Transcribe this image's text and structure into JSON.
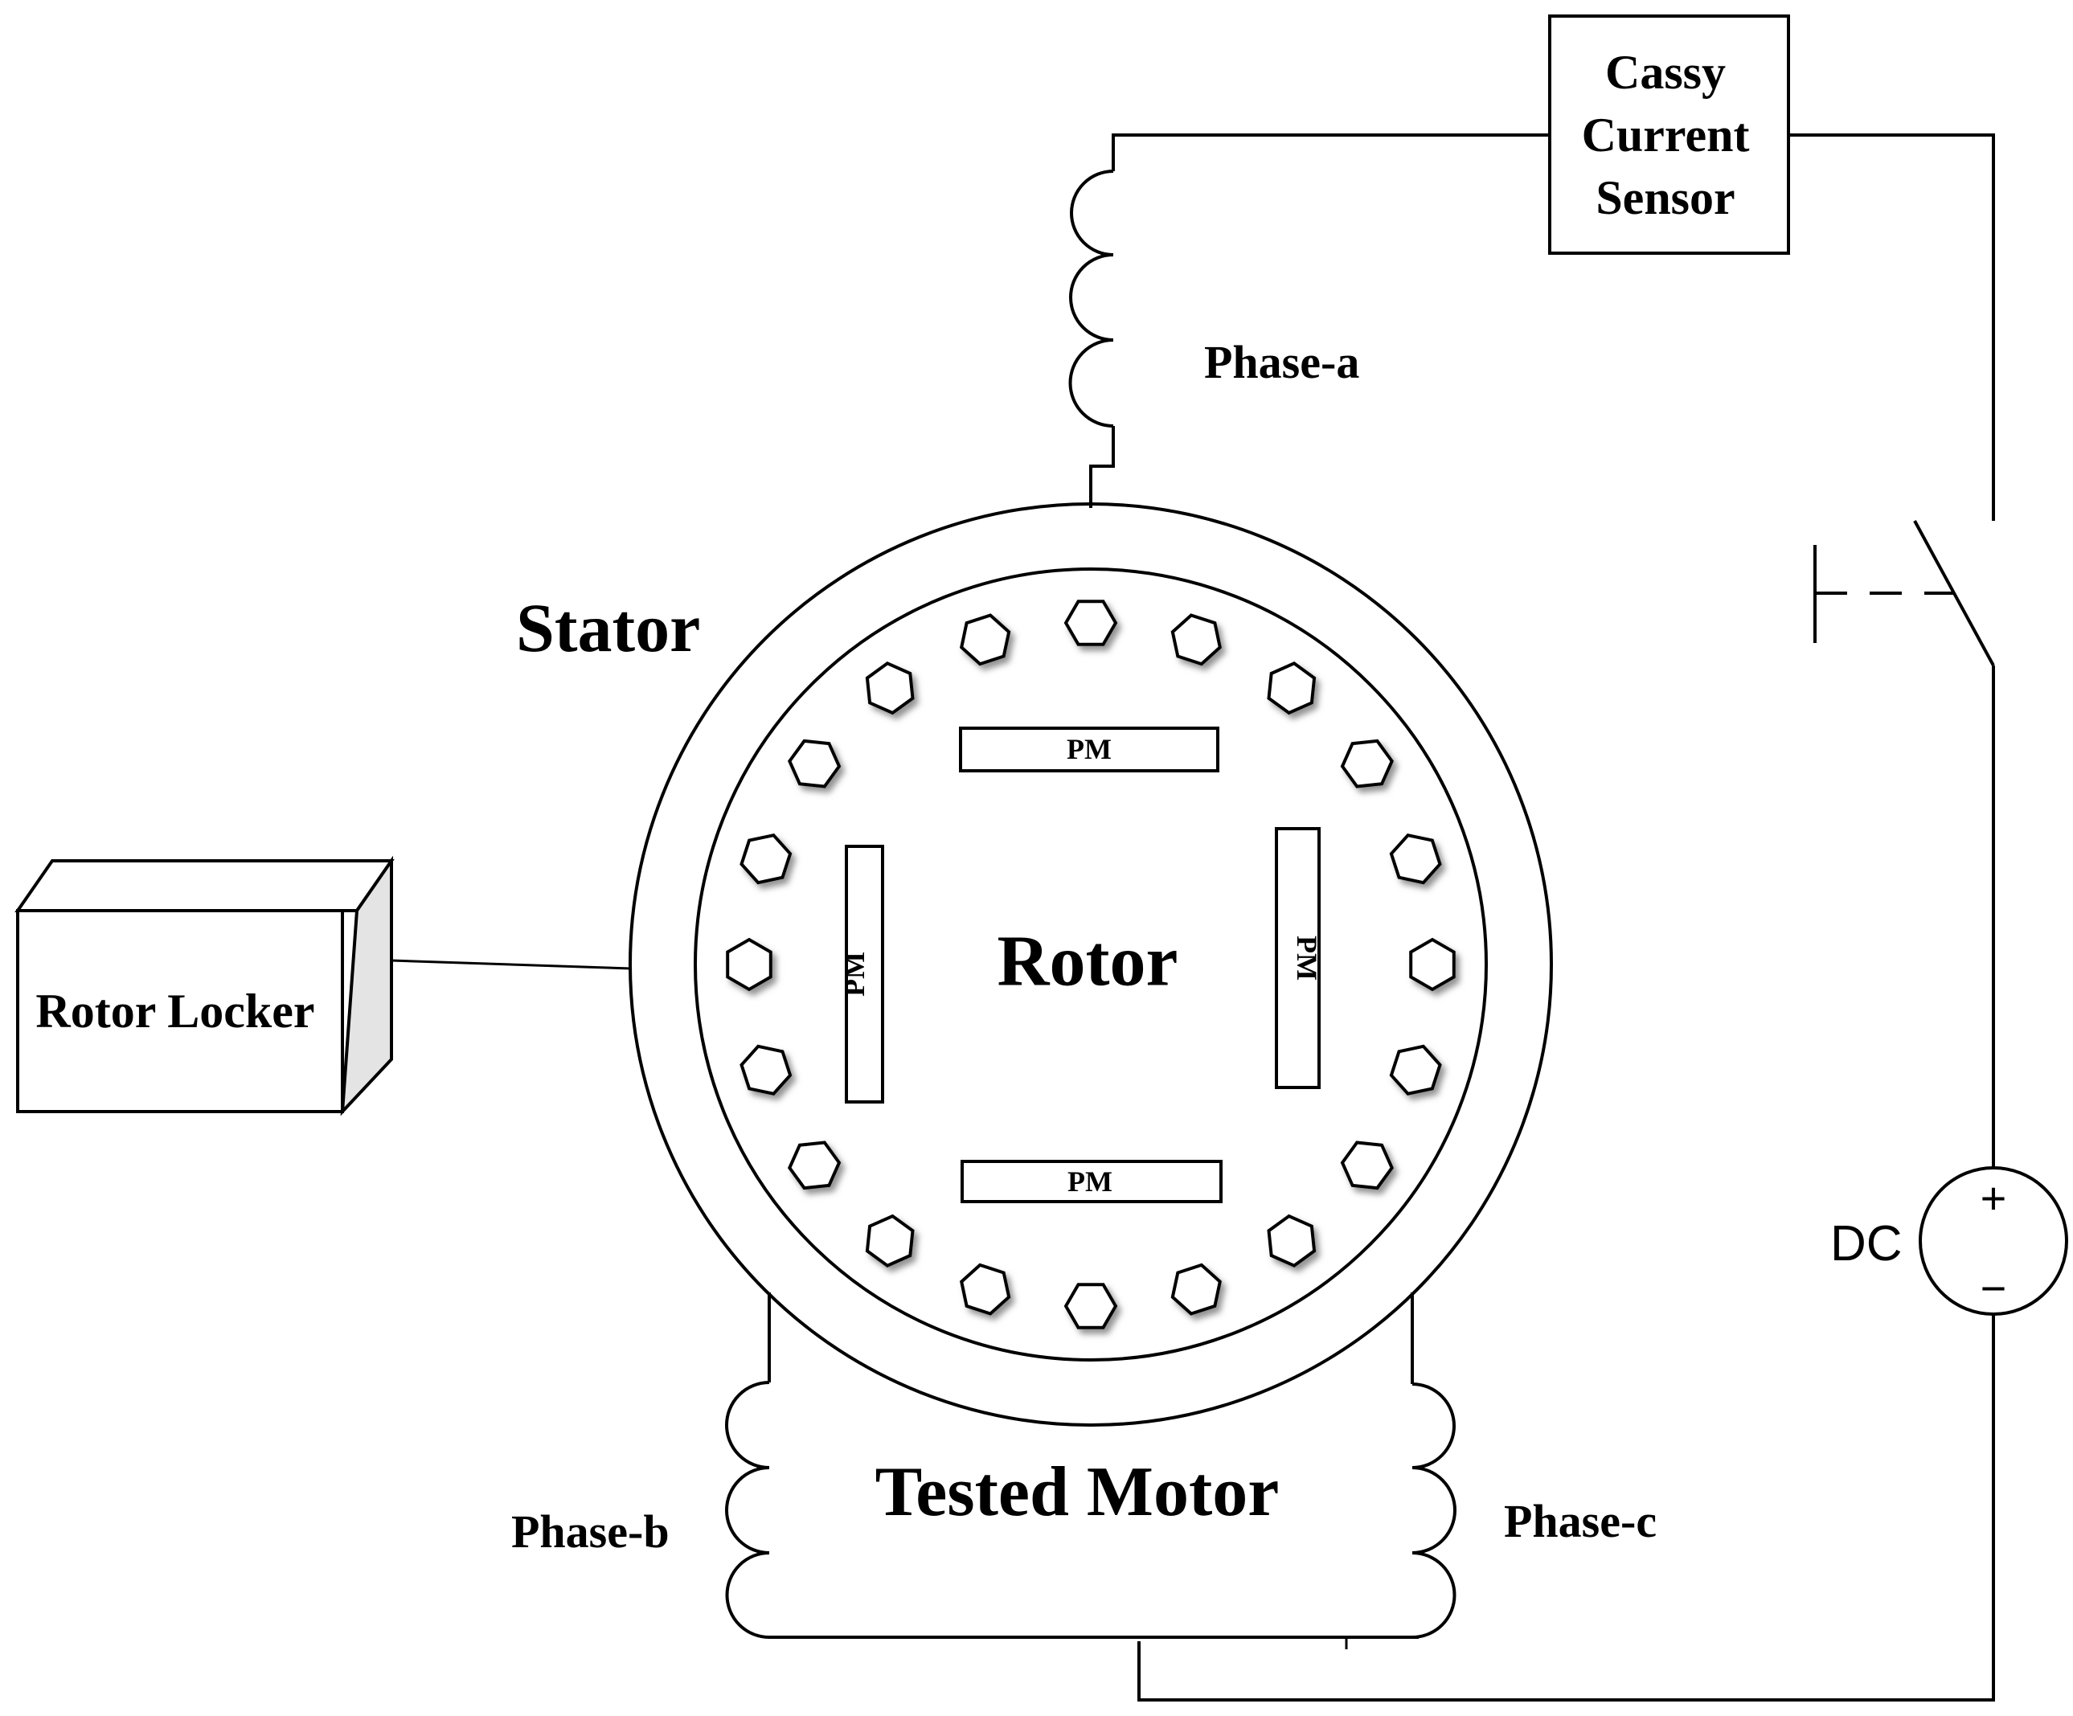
{
  "labels": {
    "sensor_line1": "Cassy",
    "sensor_line2": "Current",
    "sensor_line3": "Sensor",
    "phase_a": "Phase-a",
    "phase_b": "Phase-b",
    "phase_c": "Phase-c",
    "stator": "Stator",
    "rotor": "Rotor",
    "tested_motor": "Tested Motor",
    "rotor_locker": "Rotor Locker",
    "dc": "DC",
    "dc_plus": "+",
    "dc_minus": "−",
    "pm": "PM"
  },
  "colors": {
    "stroke": "#000000",
    "background": "#ffffff",
    "bolt_shadow": "#777777"
  },
  "stator_bolt_count": 20
}
